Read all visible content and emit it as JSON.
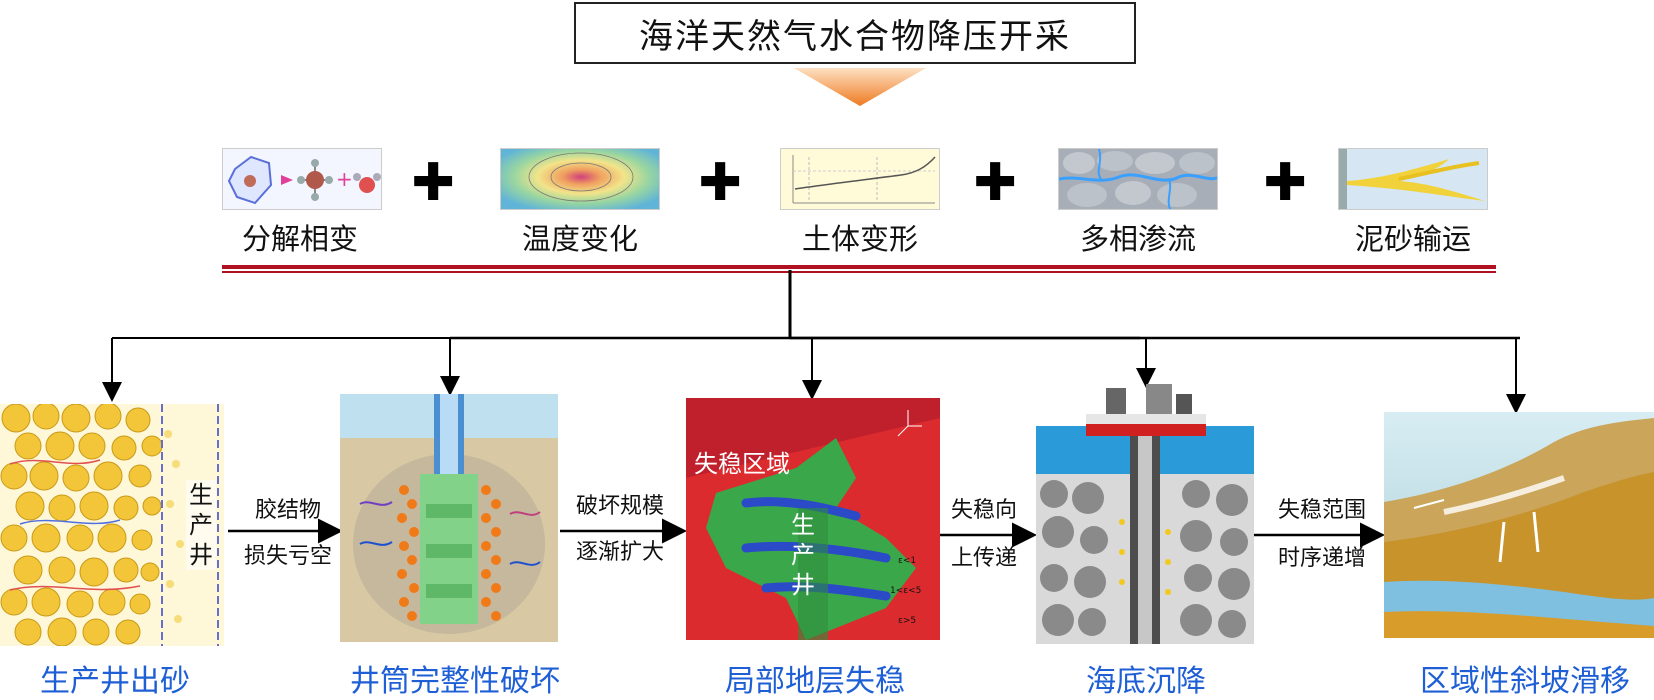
{
  "title": "海洋天然气水合物降压开采",
  "factors": [
    {
      "label": "分解相变",
      "icon": "molecule-decomposition-icon"
    },
    {
      "label": "温度变化",
      "icon": "temperature-contour-icon"
    },
    {
      "label": "土体变形",
      "icon": "deformation-curve-icon"
    },
    {
      "label": "多相渗流",
      "icon": "multiphase-flow-icon"
    },
    {
      "label": "泥砂输运",
      "icon": "sand-transport-icon"
    }
  ],
  "plus_symbol": "✚",
  "panels": {
    "sand": {
      "caption": "生产井出砂",
      "well_label": "生\n产\n井"
    },
    "wellbore": {
      "caption": "井筒完整性破坏"
    },
    "strata": {
      "caption": "局部地层失稳",
      "region_label": "失稳区域",
      "well_label": "生\n产\n井",
      "zone_labels": [
        "ε<1",
        "1<ε<5",
        "ε>5"
      ]
    },
    "subsidence": {
      "caption": "海底沉降"
    },
    "slope": {
      "caption": "区域性斜坡滑移"
    }
  },
  "transitions": [
    {
      "line1": "胶结物",
      "line2": "损失亏空"
    },
    {
      "line1": "破坏规模",
      "line2": "逐渐扩大"
    },
    {
      "line1": "失稳向",
      "line2": "上传递"
    },
    {
      "line1": "失稳范围",
      "line2": "时序递增"
    }
  ],
  "colors": {
    "caption_blue": "#1f5fd6",
    "red_rule": "#b01020",
    "arrow_orange": "#f08a2a"
  }
}
